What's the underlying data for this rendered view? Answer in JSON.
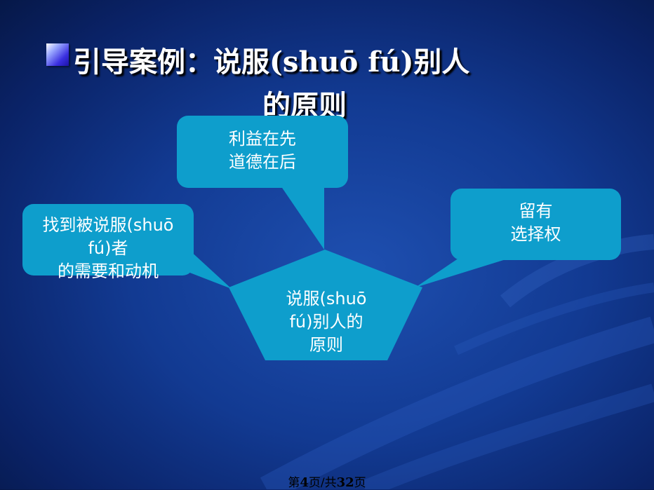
{
  "title": {
    "line1": "引导案例：说服(shuō fú)别人",
    "line2": "的原则"
  },
  "center": "说服(shuō\nfú)别人的\n原则",
  "callouts": {
    "top": "利益在先\n道德在后",
    "left": "找到被说服(shuō\nfú)者\n的需要和动机",
    "right": "留有\n选择权"
  },
  "footer": {
    "prefix": "第",
    "page": "4",
    "middle": "页/共",
    "total": "32",
    "suffix": "页"
  },
  "colors": {
    "shape_fill": "#0e9ecc",
    "title_text": "#ffffff",
    "bullet": "#3a2fe0"
  }
}
